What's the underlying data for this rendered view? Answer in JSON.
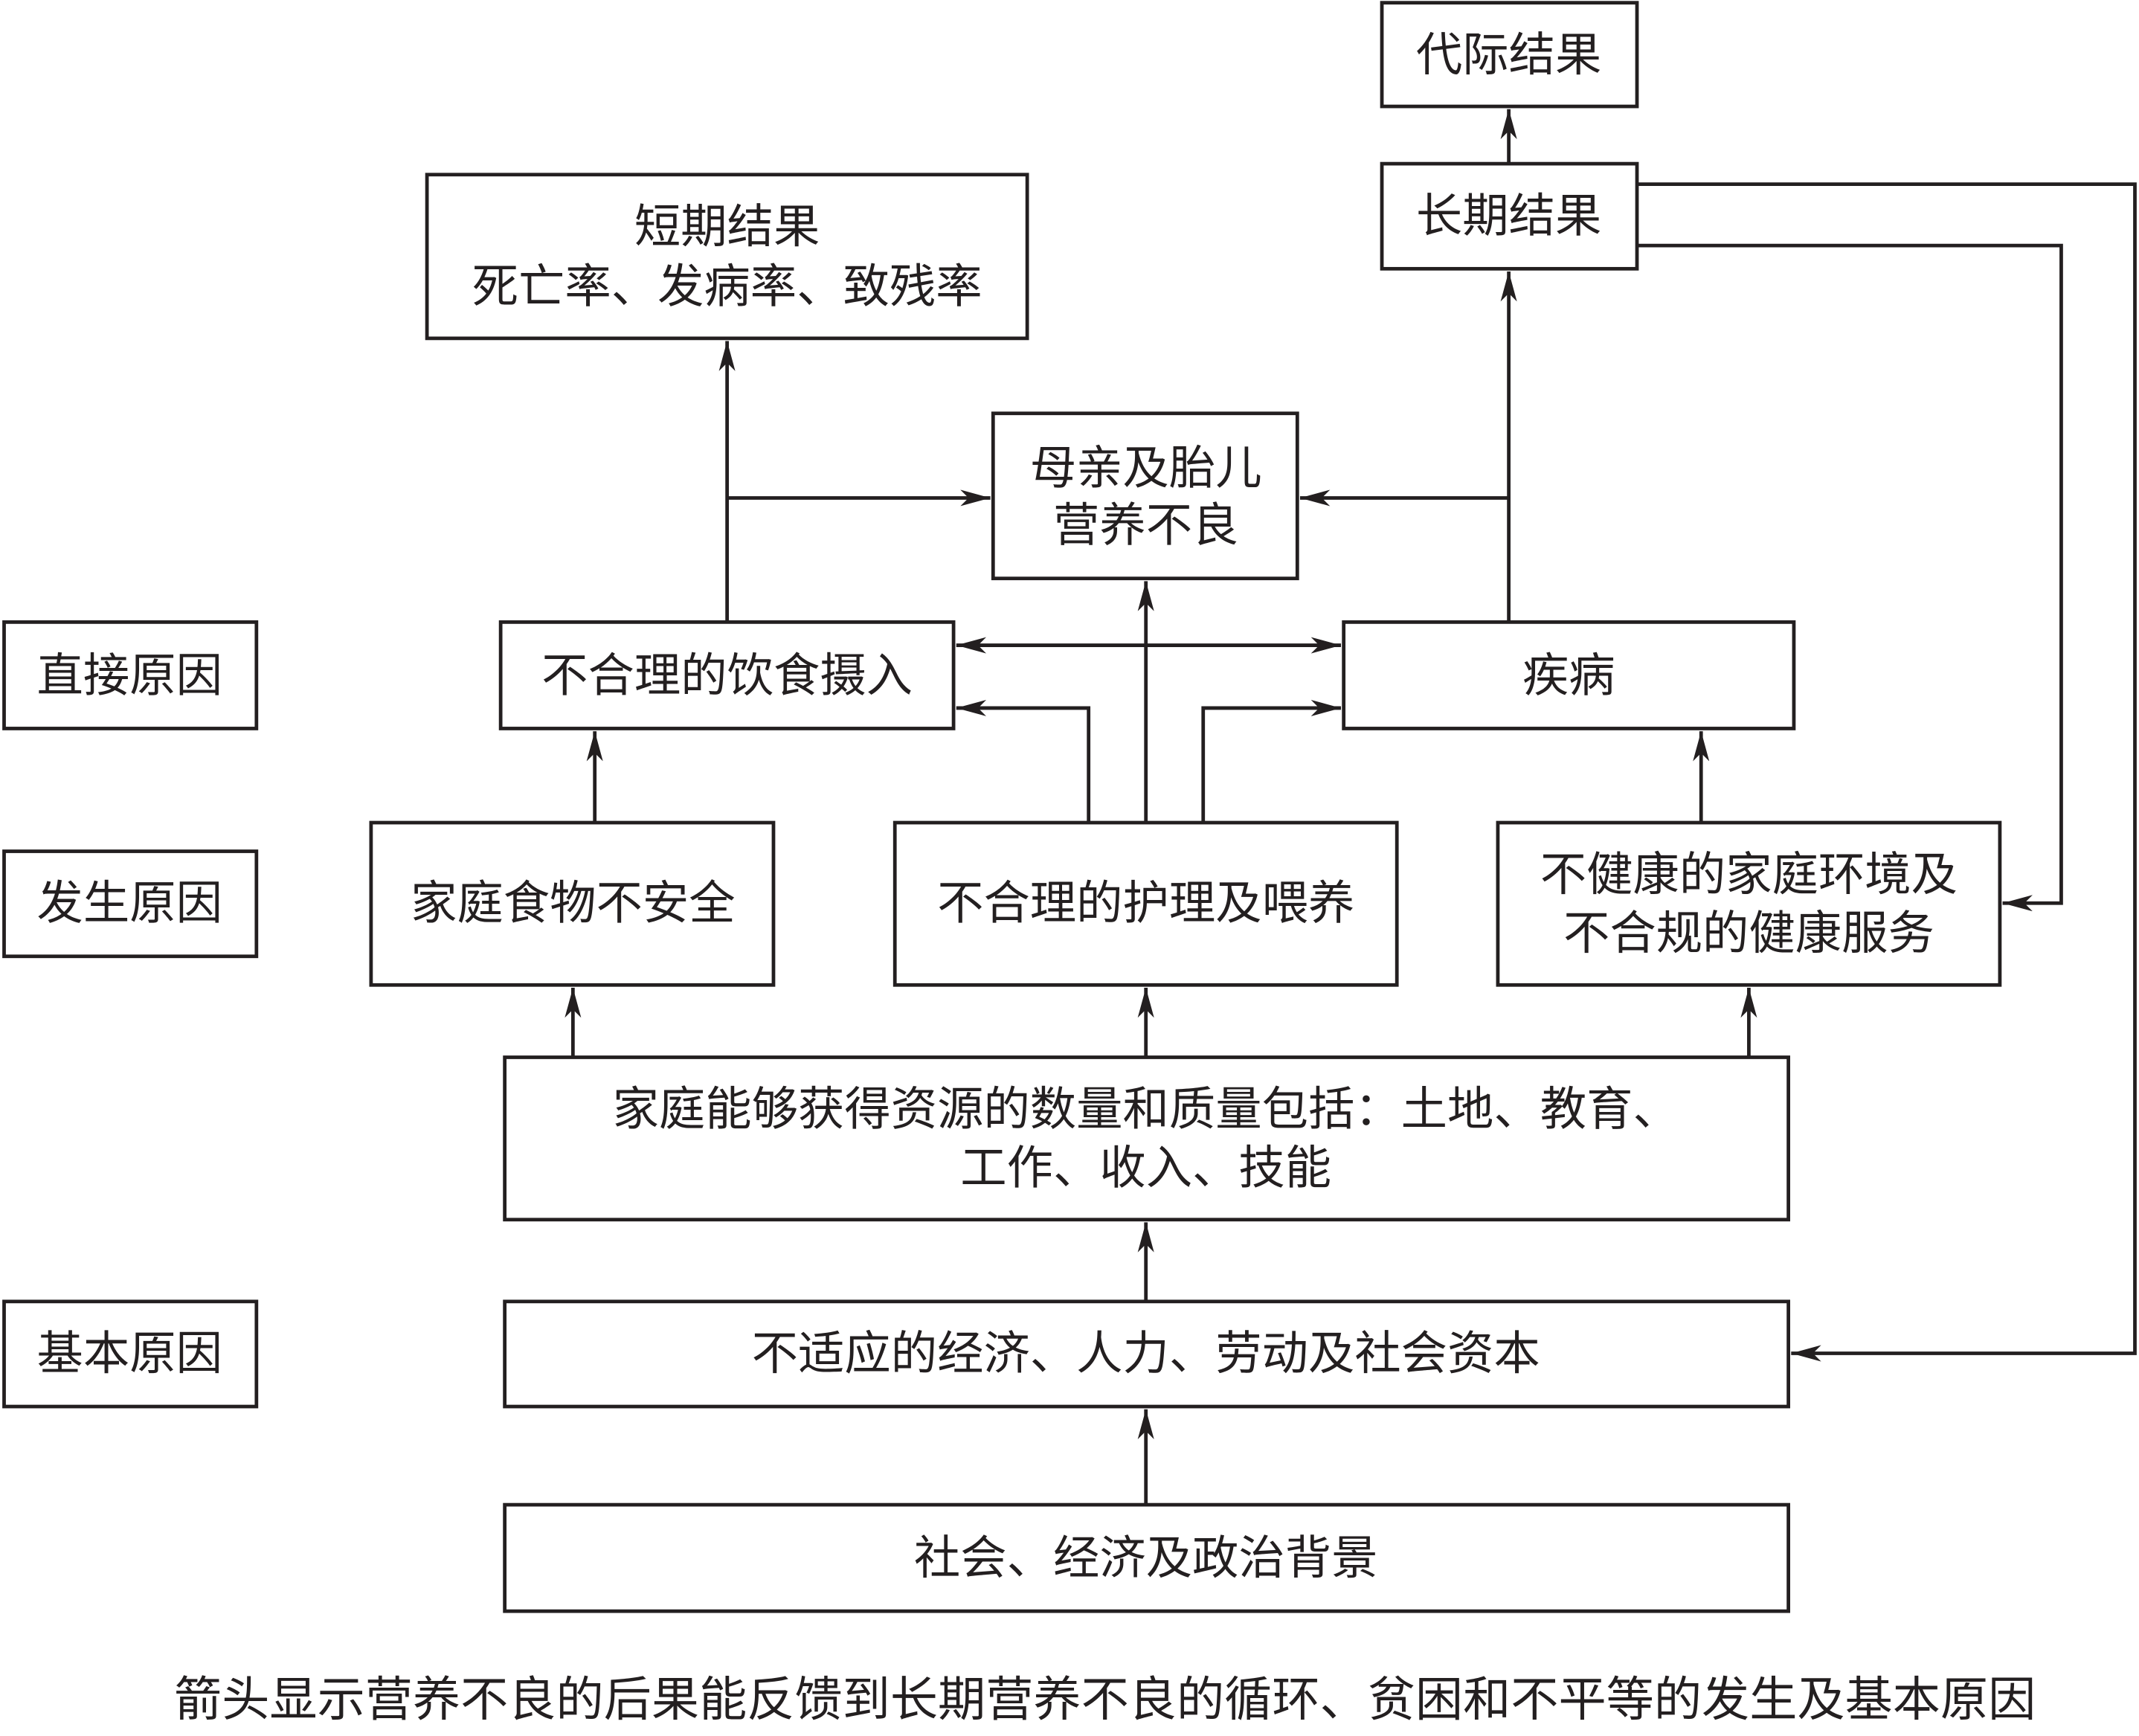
{
  "nodes": {
    "intergenerational": "代际结果",
    "long_term": "长期结果",
    "short_term": [
      "短期结果",
      "死亡率、发病率、致残率"
    ],
    "maternal_fetal": [
      "母亲及胎儿",
      "营养不良"
    ],
    "diet": "不合理的饮食摄入",
    "disease": "疾病",
    "food_insecurity": "家庭食物不安全",
    "care_feeding": "不合理的护理及喂养",
    "environment_services": [
      "不健康的家庭环境及",
      "不合规的健康服务"
    ],
    "household_resources": [
      "家庭能够获得资源的数量和质量包括：土地、教育、",
      "工作、收入、技能"
    ],
    "capital": "不适应的经济、人力、劳动及社会资本",
    "context": "社会、经济及政治背景"
  },
  "levels": {
    "immediate": "直接原因",
    "underlying": "发生原因",
    "basic": "基本原因"
  },
  "caption": "箭头显示营养不良的后果能反馈到长期营养不良的循环、贫困和不平等的发生及基本原因"
}
